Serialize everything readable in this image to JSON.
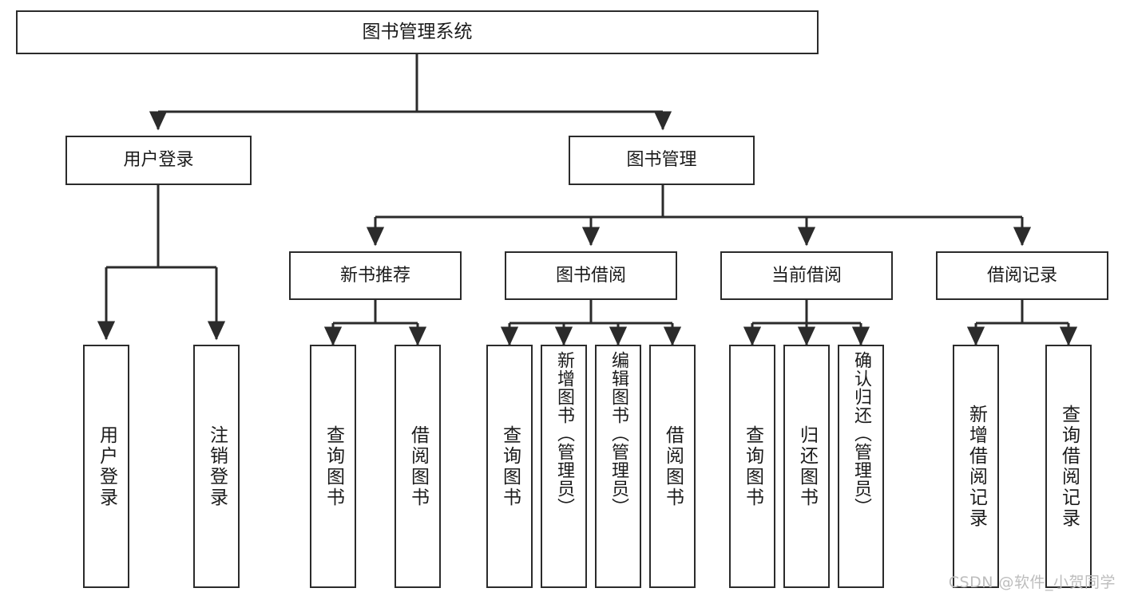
{
  "diagram": {
    "title": "图书管理系统",
    "type": "tree-hierarchy-chart",
    "watermark": "CSDN @软件_小贺同学",
    "colors": {
      "box_border": "#2b2b2b",
      "box_fill": "#ffffff",
      "connector": "#2b2b2b",
      "text": "#1b1b1b",
      "watermark": "#bdbdbd",
      "background": "#ffffff"
    },
    "root": {
      "label": "图书管理系统"
    },
    "level1": [
      {
        "label": "用户登录"
      },
      {
        "label": "图书管理"
      }
    ],
    "level2": [
      {
        "label": "新书推荐"
      },
      {
        "label": "图书借阅"
      },
      {
        "label": "当前借阅"
      },
      {
        "label": "借阅记录"
      }
    ],
    "leaves": {
      "user_login": [
        {
          "label": "用户登录"
        },
        {
          "label": "注销登录"
        }
      ],
      "new_book_recommend": [
        {
          "label": "查询图书"
        },
        {
          "label": "借阅图书"
        }
      ],
      "book_borrow": [
        {
          "label": "查询图书"
        },
        {
          "label": "新增图书（管理员）"
        },
        {
          "label": "编辑图书（管理员）"
        },
        {
          "label": "借阅图书"
        }
      ],
      "current_borrow": [
        {
          "label": "查询图书"
        },
        {
          "label": "归还图书"
        },
        {
          "label": "确认归还（管理员）"
        }
      ],
      "borrow_record": [
        {
          "label": "新增借阅记录"
        },
        {
          "label": "查询借阅记录"
        }
      ]
    }
  }
}
